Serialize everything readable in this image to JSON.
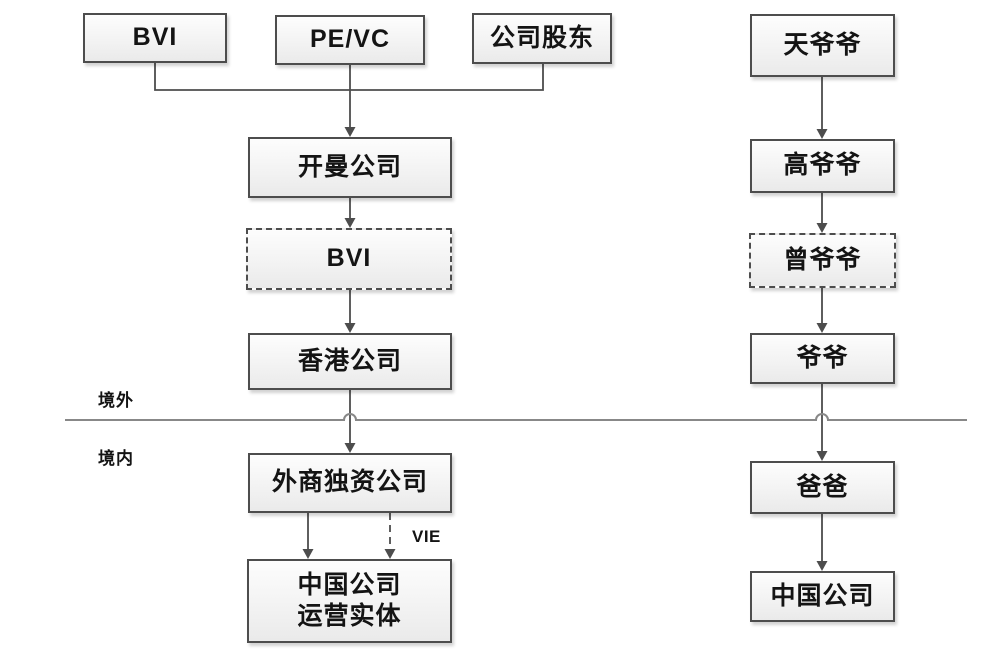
{
  "diagram_type": "VIE offshore structure chart with family analogy",
  "colors": {
    "box_border": "#4d4d4d",
    "box_fill_top": "#fdfdfd",
    "box_fill_bottom": "#eaeaea",
    "connector": "#4d4d4d",
    "divider": "#888888",
    "text": "#141414",
    "background": "#ffffff"
  },
  "labels": {
    "offshore": "境外",
    "onshore": "境内",
    "vie": "VIE"
  },
  "structure": {
    "top_row": [
      {
        "label": "BVI",
        "border": "solid"
      },
      {
        "label": "PE/VC",
        "border": "solid"
      },
      {
        "label": "公司股东",
        "border": "solid"
      }
    ],
    "chain": [
      {
        "label": "开曼公司",
        "border": "solid"
      },
      {
        "label": "BVI",
        "border": "dashed"
      },
      {
        "label": "香港公司",
        "border": "solid"
      },
      {
        "label": "外商独资公司",
        "border": "solid"
      }
    ],
    "operating_entity": {
      "line1": "中国公司",
      "line2": "运营实体",
      "border": "solid"
    },
    "vie_edge": {
      "style": "dashed",
      "label": "VIE"
    }
  },
  "analogy": {
    "chain": [
      {
        "label": "天爷爷",
        "border": "solid"
      },
      {
        "label": "高爷爷",
        "border": "solid"
      },
      {
        "label": "曾爷爷",
        "border": "dashed"
      },
      {
        "label": "爷爷",
        "border": "solid"
      },
      {
        "label": "爸爸",
        "border": "solid"
      },
      {
        "label": "中国公司",
        "border": "solid"
      }
    ]
  }
}
